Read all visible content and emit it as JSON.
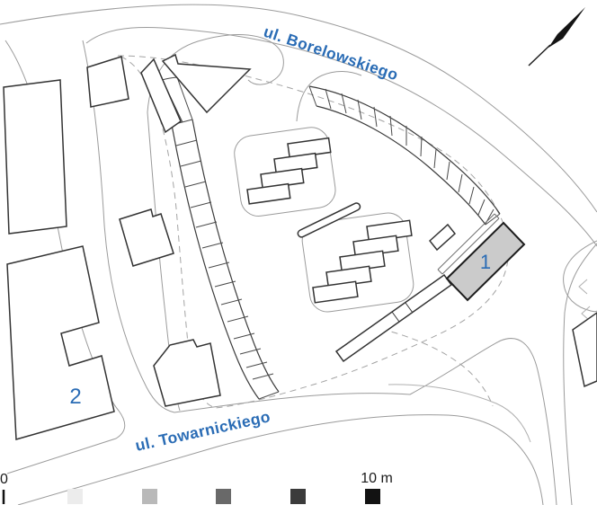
{
  "map": {
    "streets": {
      "top": {
        "name": "ul. Borelowskiego"
      },
      "bottom": {
        "name": "ul. Towarnickiego"
      }
    },
    "buildings": {
      "building1": {
        "label": "1"
      },
      "building2": {
        "label": "2"
      }
    },
    "colors": {
      "street_label": "#2a6cb5",
      "building1_fill": "#cbcbcb",
      "road_line": "#9b9b9b",
      "building_outline": "#333333"
    },
    "scale_bar": {
      "zero_label": "0",
      "max_label": "10 m",
      "squares": [
        {
          "color": "#ececec"
        },
        {
          "color": "#b9b9b9"
        },
        {
          "color": "#696969"
        },
        {
          "color": "#3b3b3b"
        },
        {
          "color": "#121212"
        }
      ]
    }
  }
}
